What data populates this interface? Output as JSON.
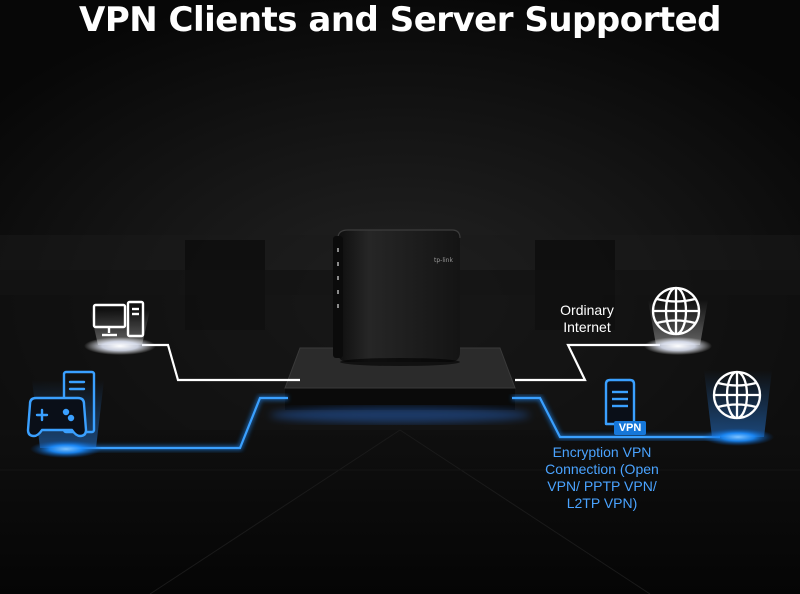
{
  "title": "VPN Clients and Server Supported",
  "labels": {
    "ordinary_internet": "Ordinary\nInternet",
    "vpn_badge": "VPN",
    "encryption_vpn": "Encryption VPN\nConnection (Open\nVPN/ PPTP VPN/\nL2TP VPN)"
  },
  "router_brand": "tp-link",
  "colors": {
    "accent_blue": "#1a8cff",
    "line_white": "#ffffff",
    "background": "#0c0c0c"
  },
  "icons": [
    "desktop-computer-icon",
    "game-console-icon",
    "globe-icon",
    "globe-icon",
    "vpn-server-icon",
    "router"
  ]
}
